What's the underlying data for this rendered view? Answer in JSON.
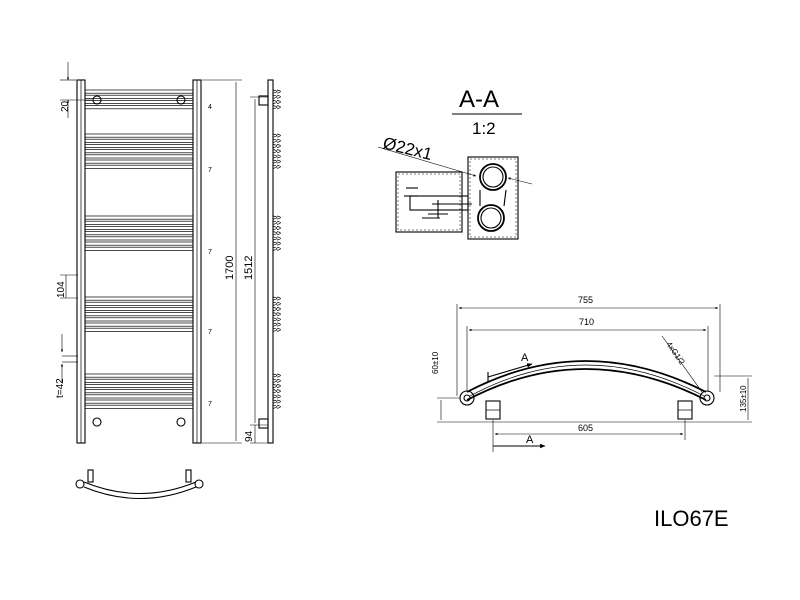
{
  "model": "ILO67E",
  "front_view": {
    "dims": {
      "top_offset": "20",
      "overall_height": "1700",
      "axis_height": "1512",
      "bottom_offset": "94",
      "tube_spacing": "104",
      "tube_pitch": "t=42"
    },
    "group_counts": [
      "4",
      "7",
      "7",
      "7",
      "7"
    ]
  },
  "section": {
    "title": "A-A",
    "scale": "1:2",
    "tube_label": "Ø22x1"
  },
  "top_view": {
    "dims": {
      "overall_width": "755",
      "axis_width": "710",
      "bracket_spacing": "605",
      "depth_left": "60±10",
      "depth_right": "135±10",
      "thread": "4xG1/2",
      "cut_label": "A"
    }
  }
}
